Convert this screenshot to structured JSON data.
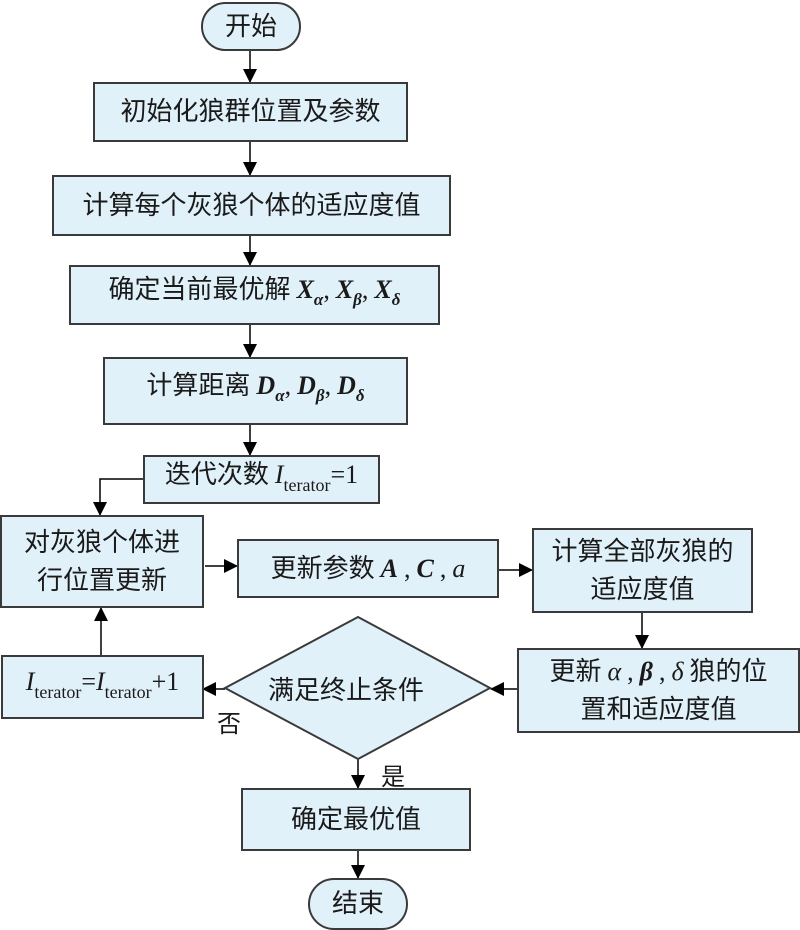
{
  "flowchart": {
    "start": "开始",
    "step_init": "初始化狼群位置及参数",
    "step_fitness": "计算每个灰狼个体的适应度值",
    "step_best": {
      "text": "确定当前最优解",
      "var": "X",
      "subs": [
        "α",
        "β",
        "δ"
      ],
      "sep": ","
    },
    "step_distance": {
      "text": "计算距离",
      "var": "D",
      "subs": [
        "α",
        "β",
        "δ"
      ],
      "sep": ","
    },
    "step_iter_init": {
      "text": "迭代次数",
      "var": "I",
      "sub": "terator",
      "rhs": "=1"
    },
    "step_update_position": {
      "line1": "对灰狼个体进",
      "line2": "行位置更新"
    },
    "step_update_params": {
      "text": "更新参数",
      "p1": "A",
      "p2": "C",
      "p3": "a",
      "sep": ","
    },
    "step_fitness_all": {
      "line1": "计算全部灰狼的",
      "line2": "适应度值"
    },
    "step_update_leaders": {
      "prefix": "更新",
      "g1": "α",
      "g2": "β",
      "g3": "δ",
      "sep": ",",
      "suffix": "狼的位",
      "line2": "置和适应度值"
    },
    "decision": "满足终止条件",
    "step_increment": {
      "var": "I",
      "sub": "terator",
      "eq": "=",
      "plus": "+1"
    },
    "label_no": "否",
    "label_yes": "是",
    "step_result": "确定最优值",
    "end": "结束"
  },
  "colors": {
    "node_fill": "#e1f1fa",
    "stroke": "#1a1a1a"
  }
}
